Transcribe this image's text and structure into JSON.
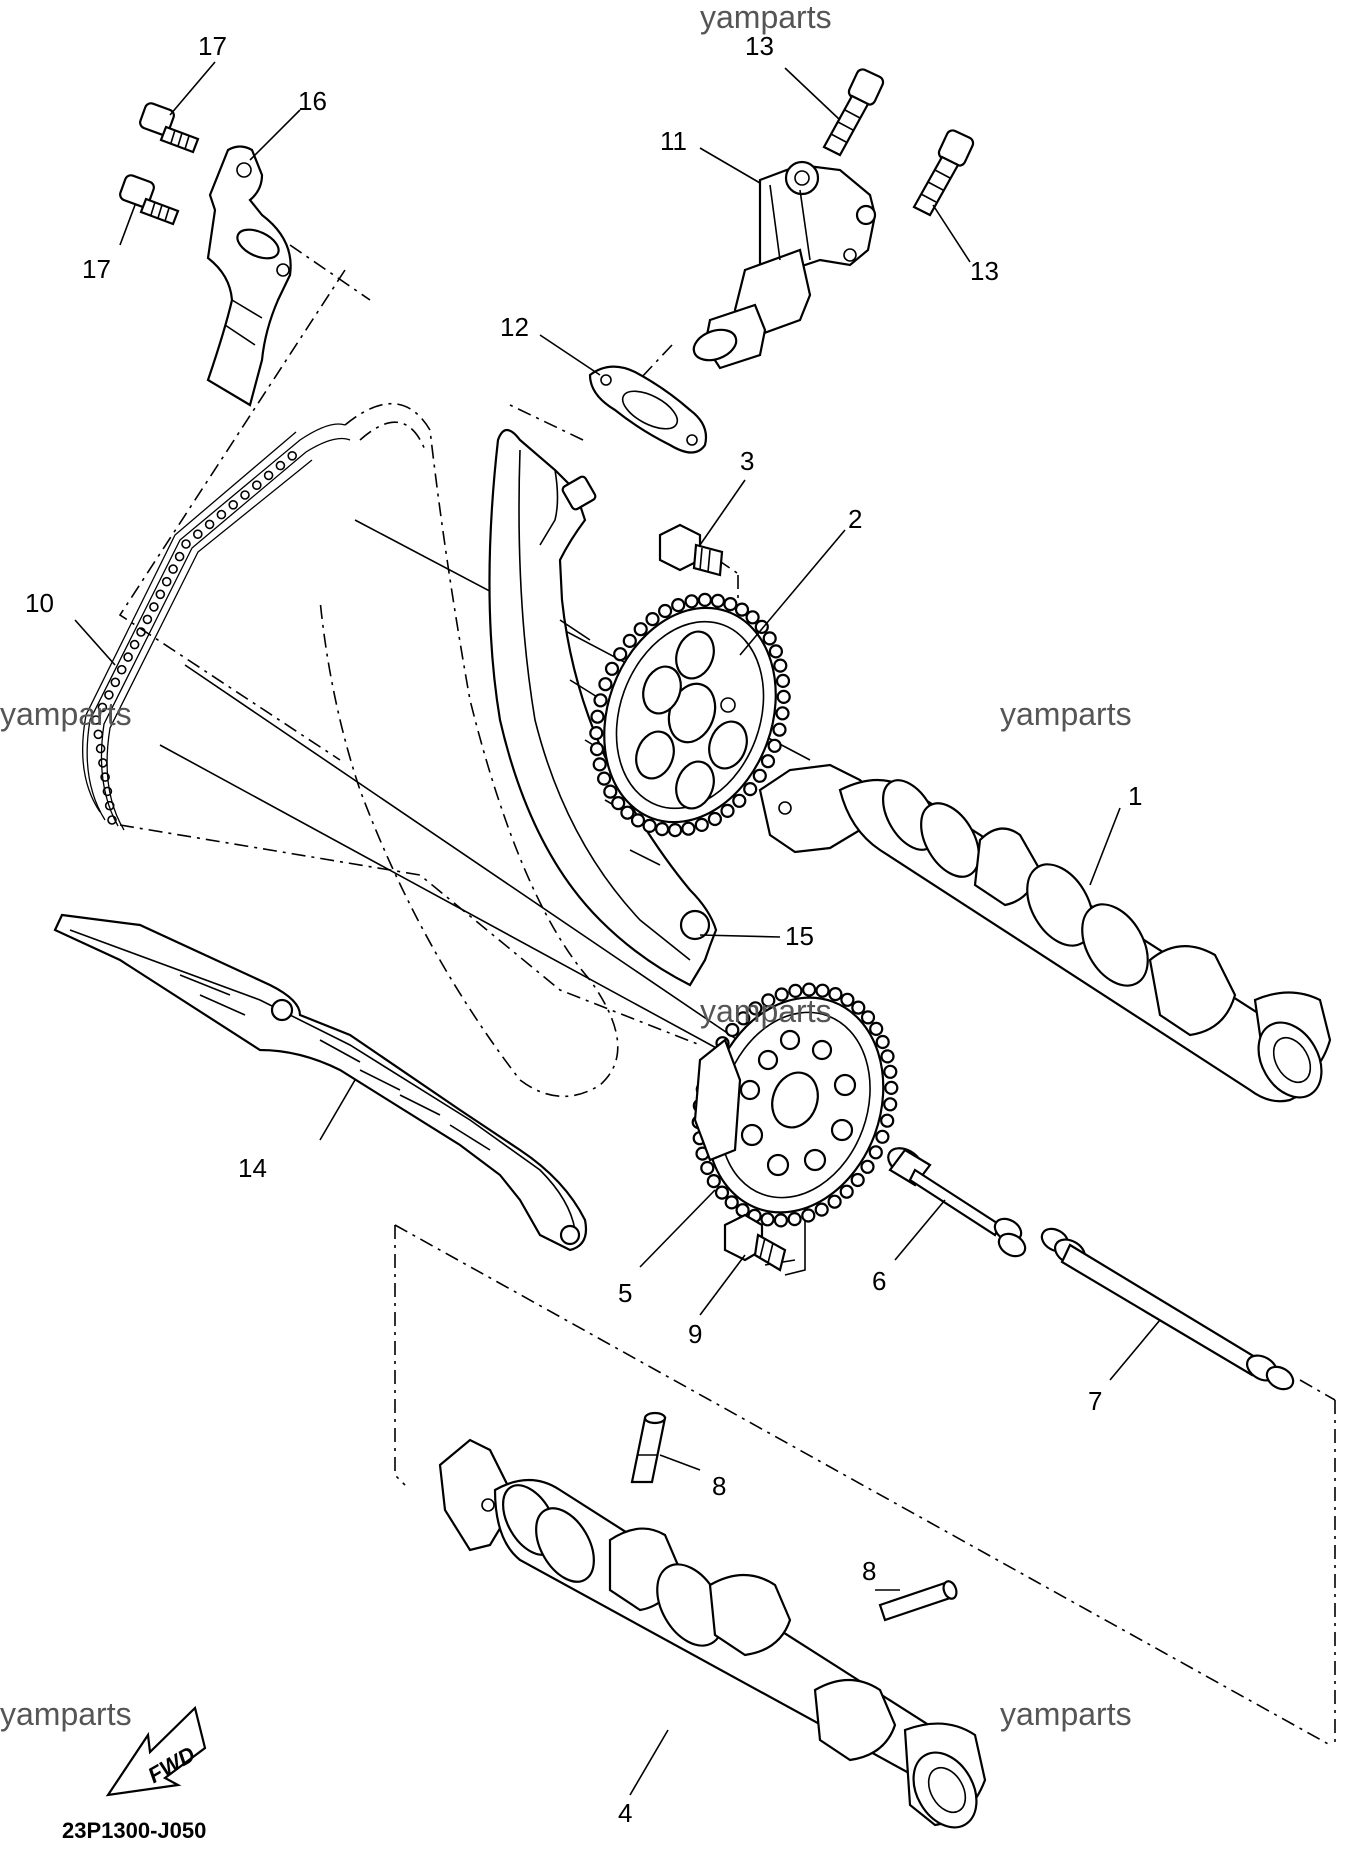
{
  "callouts": {
    "c1": "1",
    "c2": "2",
    "c3": "3",
    "c4": "4",
    "c5": "5",
    "c6": "6",
    "c7": "7",
    "c8a": "8",
    "c8b": "8",
    "c9": "9",
    "c10": "10",
    "c11": "11",
    "c12": "12",
    "c13a": "13",
    "c13b": "13",
    "c14": "14",
    "c15": "15",
    "c16": "16",
    "c17a": "17",
    "c17b": "17"
  },
  "watermarks": {
    "top": "yamparts",
    "left_mid": "yamparts",
    "right_mid": "yamparts",
    "center": "yamparts",
    "bottom_left": "yamparts",
    "bottom_right": "yamparts"
  },
  "fwd_label": "FWD",
  "diagram_code": "23P1300-J050",
  "icons": [
    "fwd-arrow-icon"
  ]
}
